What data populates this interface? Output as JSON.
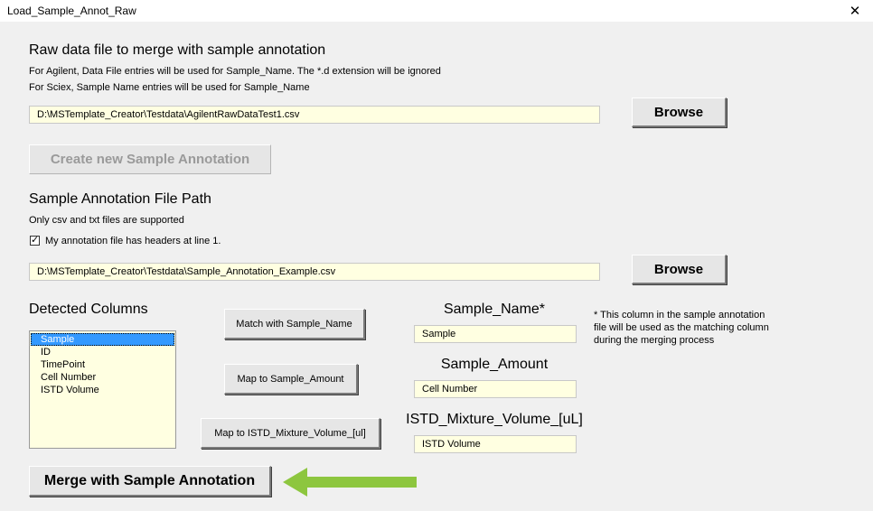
{
  "window": {
    "title": "Load_Sample_Annot_Raw",
    "close_glyph": "✕"
  },
  "raw_section": {
    "heading": "Raw data file to merge with sample annotation",
    "note_agilent": "For Agilent, Data File entries will be used for Sample_Name. The *.d extension will be ignored",
    "note_sciex": "For Sciex, Sample Name entries will be used for Sample_Name",
    "path_value": "D:\\MSTemplate_Creator\\Testdata\\AgilentRawDataTest1.csv",
    "browse_label": "Browse"
  },
  "create_button_label": "Create new Sample Annotation",
  "annot_section": {
    "heading": "Sample Annotation File Path",
    "note": "Only csv and txt files are supported",
    "checkbox_checked": true,
    "checkbox_mark": "✓",
    "checkbox_label": "My annotation file has headers at line 1.",
    "path_value": "D:\\MSTemplate_Creator\\Testdata\\Sample_Annotation_Example.csv",
    "browse_label": "Browse"
  },
  "detected": {
    "heading": "Detected Columns",
    "items": [
      "Sample",
      "ID",
      "TimePoint",
      "Cell Number",
      "ISTD Volume"
    ],
    "selected_index": 0
  },
  "buttons": {
    "match_sample_name": "Match with Sample_Name",
    "map_sample_amount": "Map to Sample_Amount",
    "map_istd": "Map to ISTD_Mixture_Volume_[ul]",
    "merge": "Merge with Sample Annotation"
  },
  "mapping": {
    "sample_name_label": "Sample_Name*",
    "sample_name_value": "Sample",
    "sample_amount_label": "Sample_Amount",
    "sample_amount_value": "Cell Number",
    "istd_label": "ISTD_Mixture_Volume_[uL]",
    "istd_value": "ISTD Volume"
  },
  "footnote": {
    "line1": "* This column in the sample annotation",
    "line2": "file will be used as the matching column",
    "line3": "during the merging process"
  },
  "arrow_color": "#8dc63f"
}
